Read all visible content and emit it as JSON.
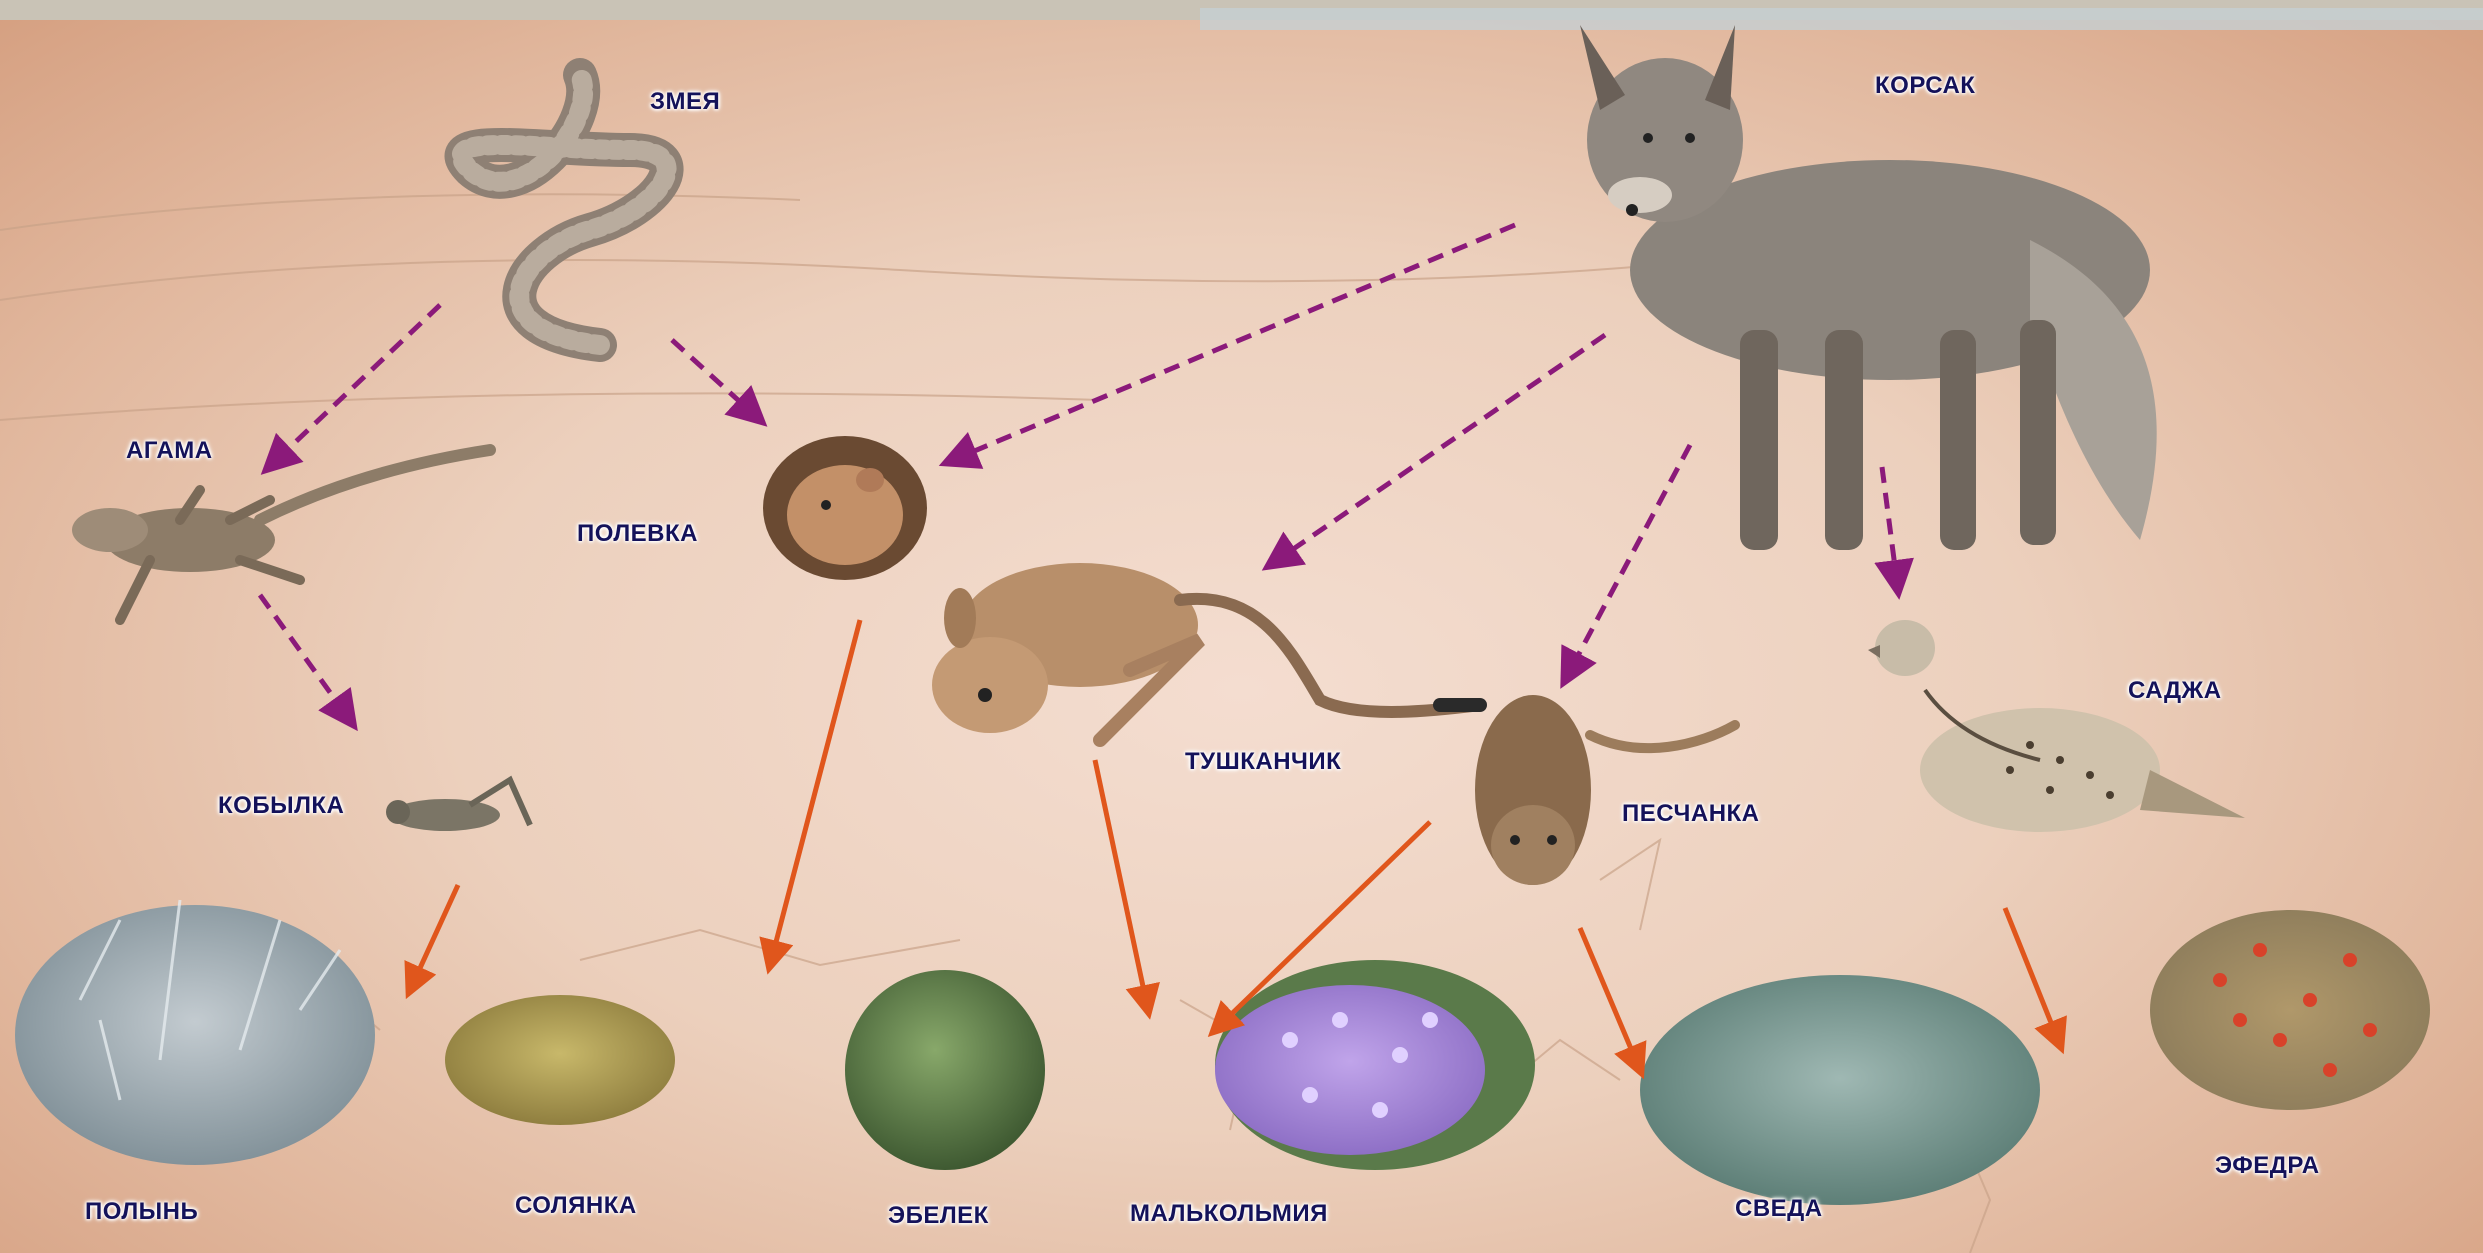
{
  "animals": {
    "snake": "ЗМЕЯ",
    "korsak": "КОРСАК",
    "agama": "АГАМА",
    "vole": "ПОЛЕВКА",
    "grasshopper": "КОБЫЛКА",
    "jerboa": "ТУШКАНЧИК",
    "gerbil": "ПЕСЧАНКА",
    "sandgrouse": "САДЖА"
  },
  "plants": {
    "wormwood": "ПОЛЫНЬ",
    "saltwort": "СОЛЯНКА",
    "ebelek": "ЭБЕЛЕК",
    "malcolmia": "МАЛЬКОЛЬМИЯ",
    "seepweed": "СВЕДА",
    "ephedra": "ЭФЕДРА"
  },
  "colors": {
    "predation_arrow": "#8b1a7a",
    "herbivory_arrow": "#e0561c",
    "label_text": "#14125a"
  }
}
